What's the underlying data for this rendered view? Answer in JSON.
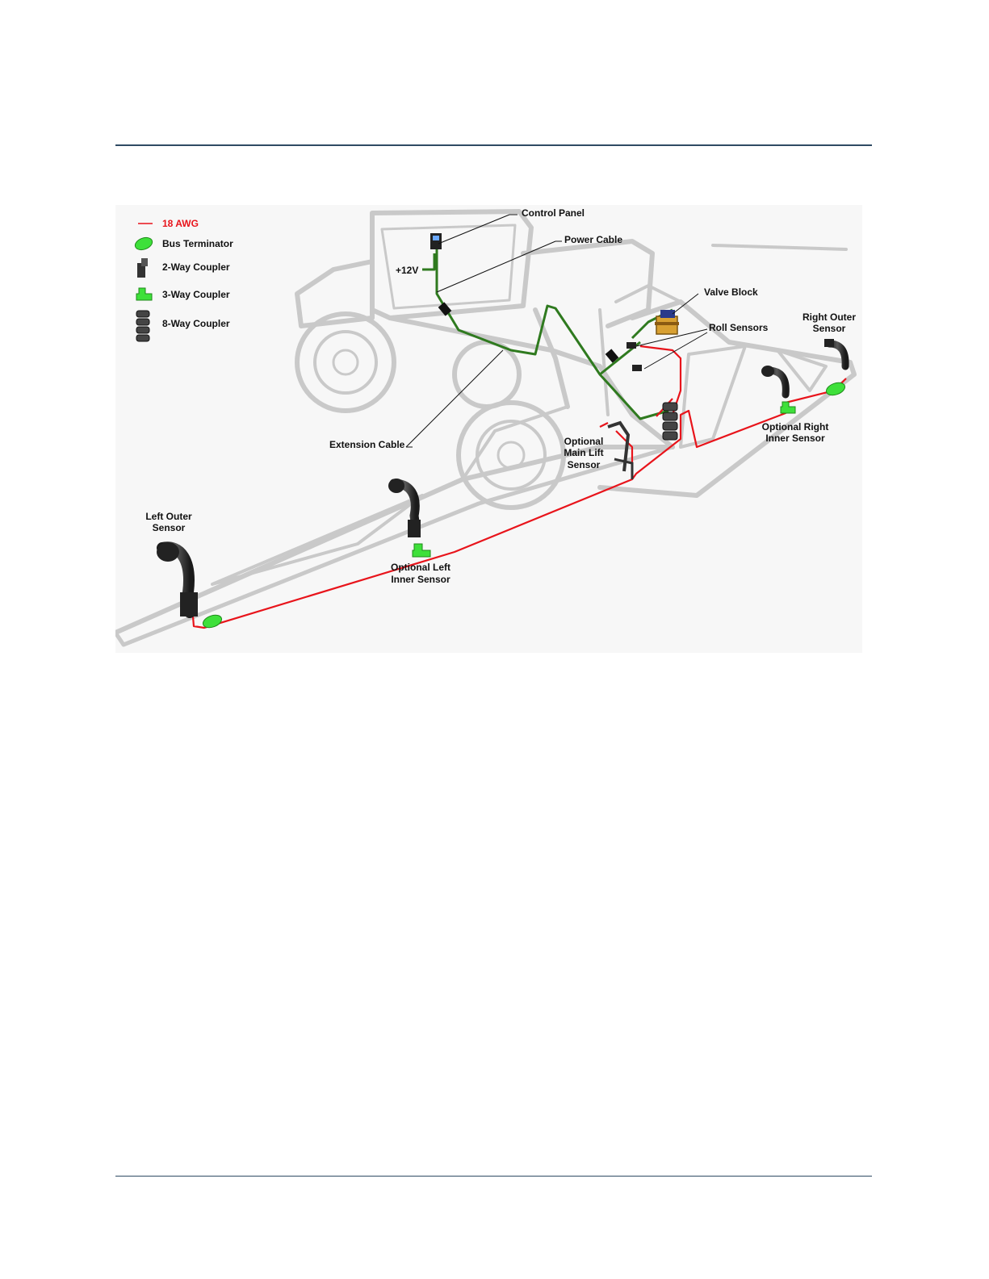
{
  "legend": {
    "wire_18awg": "18 AWG",
    "bus_terminator": "Bus Terminator",
    "two_way_coupler": "2-Way Coupler",
    "three_way_coupler": "3-Way Coupler",
    "eight_way_coupler": "8-Way Coupler"
  },
  "labels": {
    "control_panel": "Control Panel",
    "power_cable": "Power Cable",
    "plus_12v": "+12V",
    "valve_block": "Valve Block",
    "roll_sensors": "Roll Sensors",
    "right_outer_sensor_1": "Right Outer",
    "right_outer_sensor_2": "Sensor",
    "optional_right_inner_1": "Optional Right",
    "optional_right_inner_2": "Inner Sensor",
    "extension_cable": "Extension Cable",
    "optional_main_lift_1": "Optional",
    "optional_main_lift_2": "Main Lift",
    "optional_main_lift_3": "Sensor",
    "left_outer_sensor_1": "Left Outer",
    "left_outer_sensor_2": "Sensor",
    "optional_left_inner_1": "Optional Left",
    "optional_left_inner_2": "Inner Sensor"
  },
  "colors": {
    "wire_red": "#e8141b",
    "cable_green": "#2f7a1f",
    "coupler_green": "#3ee03a",
    "outline_gray": "#c9c9c9",
    "rule_navy": "#2f4a63"
  },
  "icons": {
    "bus_terminator": "bus-terminator-icon",
    "two_way": "two-way-coupler-icon",
    "three_way": "three-way-coupler-icon",
    "eight_way": "eight-way-coupler-icon"
  }
}
